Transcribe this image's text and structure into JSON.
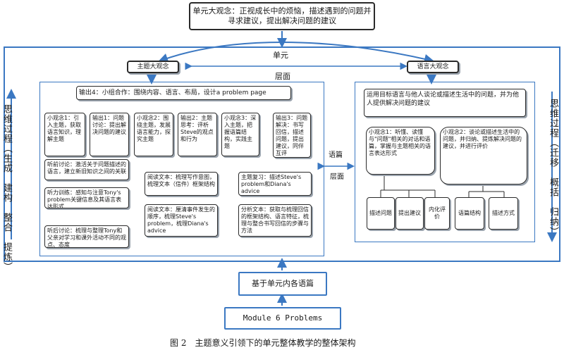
{
  "top_concept": "单元大观念：正视成长中的烦恼，描述遇到的问题并寻求建议，提出解决问题的建议",
  "unit_label": "单元",
  "theme_concept_label": "主题大观念",
  "language_concept_label": "语言大观念",
  "level_top_label": "层面",
  "level_mid_label": "层面",
  "discourse_label": "语篇",
  "left_vertical": "思维过程（生成　建构　整合　提炼）",
  "right_vertical": "思维过程（迁移　概括　归纳）",
  "output4": "输出4：小组合作：围绕内容、语言、布局，设计a problem page",
  "concept1": "小观念1：引入主题，获取语言知识，理解主题",
  "output1": "输出1：问题讨论：提出解决问题的建议",
  "pre_listen": "听前讨论：激活关于问题描述的语言，建立新旧知识之间的关联",
  "listen_train": "听力训练：感知与注意Tony's problem关键信息及其语言表达形式",
  "post_listen": "听后讨论：梳理与整理Tony和父亲对学习和课外活动不同的观点、态度",
  "concept2": "小观念2：围绕主题，发展语言能力，探究主题",
  "output2": "输出2：主题思考：评析Steve的观点和行为",
  "read_text1": "阅读文本：梳理写作意图，梳理文本（信件）框架结构",
  "read_text2": "阅读文本：厘清事件发生的顺序，梳理Steve's problem，梳理Diana's advice",
  "concept3": "小观念3：深入主题，把握语篇结构，实践主题",
  "output3": "输出3：问题解决：书写回信，描述问题，提出建议，同伴互评",
  "review": "主题复习：描述Steve's problem和Diana's advice",
  "analysis": "分析文本：获取与梳理回信的框架结构、语言特征，梳理与整合书写回信的步骤与方法",
  "goal": "运用目标语言与他人谈论或描述生活中的问题，并为他人提供解决问题的建议",
  "lang_concept1": "小观念1：听懂、读懂与\"问题\"相关的对话和语篇，掌握与主题相关的语言表达形式",
  "lang_concept2": "小观念2：谈论或描述生活中的问题，并归纳、提炼解决问题的建议，并进行评价",
  "leaf1": "描述问题",
  "leaf2": "提出建议",
  "leaf3": "内化评价",
  "leaf4": "语篇结构",
  "leaf5": "描述方式",
  "based_on": "基于单元内各语篇",
  "module": "Module 6 Problems",
  "caption": "图 2　主题意义引领下的单元整体教学的整体架构"
}
